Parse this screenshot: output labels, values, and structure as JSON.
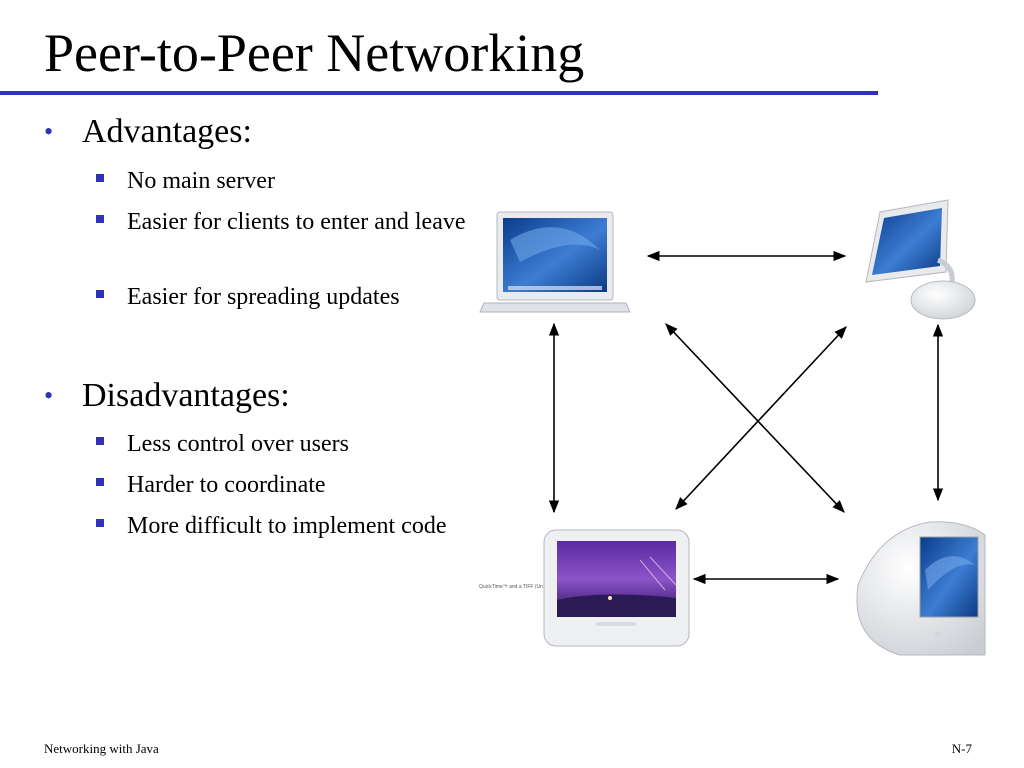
{
  "slide": {
    "title": "Peer-to-Peer Networking",
    "sections": [
      {
        "heading": "Advantages:",
        "items": [
          "No main server",
          "Easier for clients to enter and leave",
          "Easier for spreading updates"
        ]
      },
      {
        "heading": "Disadvantages:",
        "items": [
          "Less control over users",
          "Harder to coordinate",
          "More difficult to implement code"
        ]
      }
    ],
    "footer": {
      "left": "Networking with Java",
      "right": "N-7"
    }
  },
  "diagram": {
    "nodes": [
      {
        "id": "laptop",
        "icon": "laptop-icon"
      },
      {
        "id": "imac-flatpanel",
        "icon": "imac-flatpanel-icon"
      },
      {
        "id": "cinema-display",
        "icon": "cinema-display-icon",
        "caption": "QuickTime™ and a TIFF (Un"
      },
      {
        "id": "emac",
        "icon": "emac-icon"
      }
    ],
    "edges": [
      {
        "from": "laptop",
        "to": "imac-flatpanel"
      },
      {
        "from": "laptop",
        "to": "cinema-display"
      },
      {
        "from": "laptop",
        "to": "emac"
      },
      {
        "from": "imac-flatpanel",
        "to": "cinema-display"
      },
      {
        "from": "imac-flatpanel",
        "to": "emac"
      },
      {
        "from": "cinema-display",
        "to": "emac"
      }
    ]
  }
}
